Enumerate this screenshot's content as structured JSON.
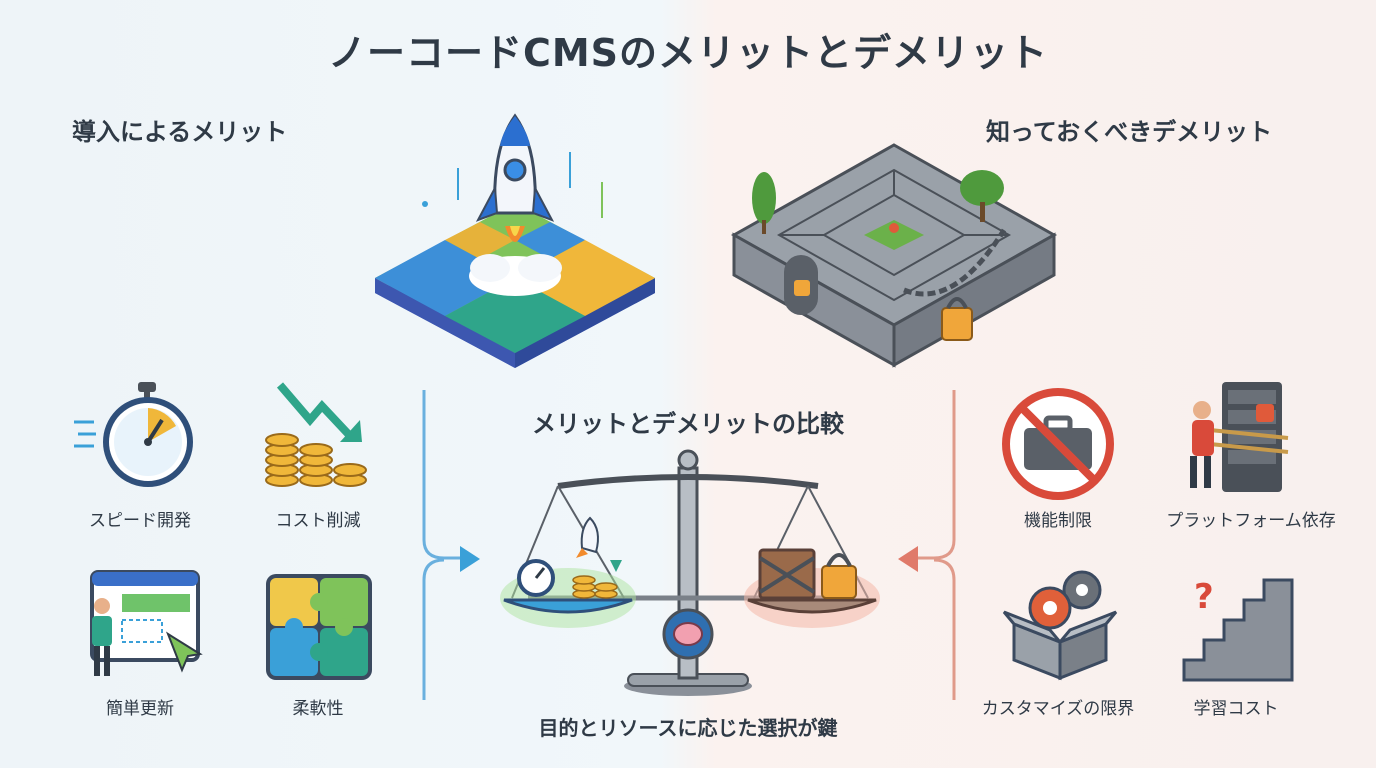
{
  "title": "ノーコードCMSのメリットとデメリット",
  "merits": {
    "heading": "導入によるメリット",
    "items": [
      {
        "label": "スピード開発",
        "icon": "stopwatch-icon"
      },
      {
        "label": "コスト削減",
        "icon": "coins-down-arrow-icon"
      },
      {
        "label": "簡単更新",
        "icon": "web-editor-icon"
      },
      {
        "label": "柔軟性",
        "icon": "puzzle-icon"
      }
    ]
  },
  "demerits": {
    "heading": "知っておくべきデメリット",
    "items": [
      {
        "label": "機能制限",
        "icon": "prohibited-briefcase-icon"
      },
      {
        "label": "プラットフォーム依存",
        "icon": "person-tied-to-server-icon"
      },
      {
        "label": "カスタマイズの限界",
        "icon": "gears-box-icon"
      },
      {
        "label": "学習コスト",
        "icon": "stairs-question-icon"
      }
    ]
  },
  "center": {
    "heading": "メリットとデメリットの比較",
    "conclusion": "目的とリソースに応じた選択が鍵"
  },
  "colors": {
    "merit_accent": "#3aa0d8",
    "demerit_accent": "#e07a6a",
    "text": "#2f3a46"
  }
}
